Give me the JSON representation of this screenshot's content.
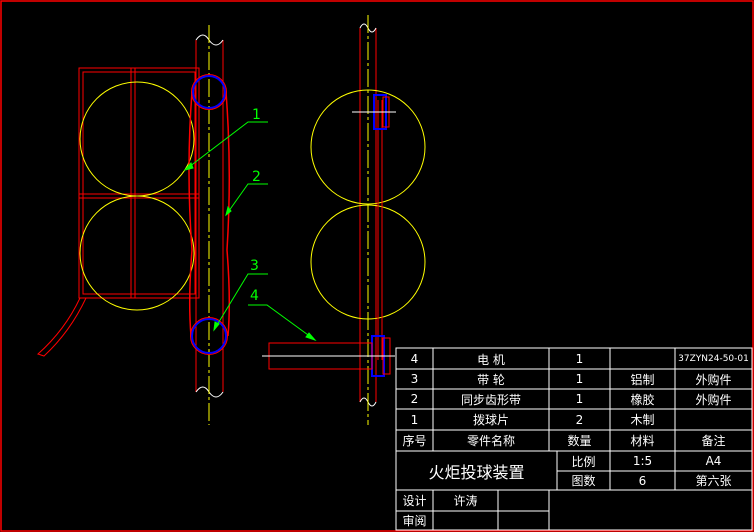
{
  "callouts": [
    "1",
    "2",
    "3",
    "4"
  ],
  "parts_list": [
    {
      "no": "4",
      "name": "电  机",
      "qty": "1",
      "material": "",
      "note": "37ZYN24-50-01"
    },
    {
      "no": "3",
      "name": "带  轮",
      "qty": "1",
      "material": "铝制",
      "note": "外购件"
    },
    {
      "no": "2",
      "name": "同步齿形带",
      "qty": "1",
      "material": "橡胶",
      "note": "外购件"
    },
    {
      "no": "1",
      "name": "拨球片",
      "qty": "2",
      "material": "木制",
      "note": ""
    }
  ],
  "header": {
    "no": "序号",
    "name": "零件名称",
    "qty": "数量",
    "material": "材料",
    "note": "备注"
  },
  "title": "火炬投球装置",
  "scale_label": "比例",
  "scale_value": "1:5",
  "paper_size": "A4",
  "sheets_label": "图数",
  "sheets_value": "6",
  "sheet_no": "第六张",
  "design_label": "设计",
  "designer": "许涛",
  "review_label": "审阅",
  "colors": {
    "bg": "#000000",
    "frame": "#ff0000",
    "lines": "#ffffff",
    "circles": "#ffff00",
    "pulley": "#0000ff",
    "callout": "#00ff00"
  }
}
